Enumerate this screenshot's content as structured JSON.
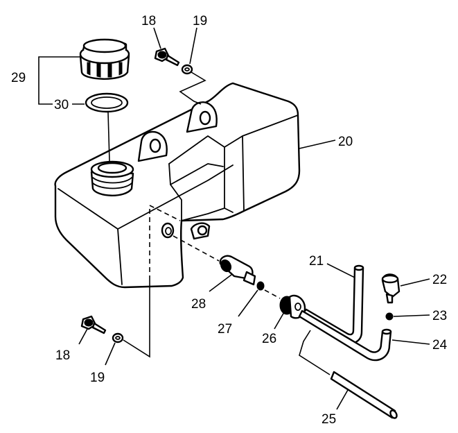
{
  "callouts": {
    "c18_top": "18",
    "c19_top": "19",
    "c29": "29",
    "c30": "30",
    "c20": "20",
    "c21": "21",
    "c22": "22",
    "c23": "23",
    "c24": "24",
    "c25": "25",
    "c26": "26",
    "c27": "27",
    "c28": "28",
    "c18_bottom": "18",
    "c19_bottom": "19"
  }
}
